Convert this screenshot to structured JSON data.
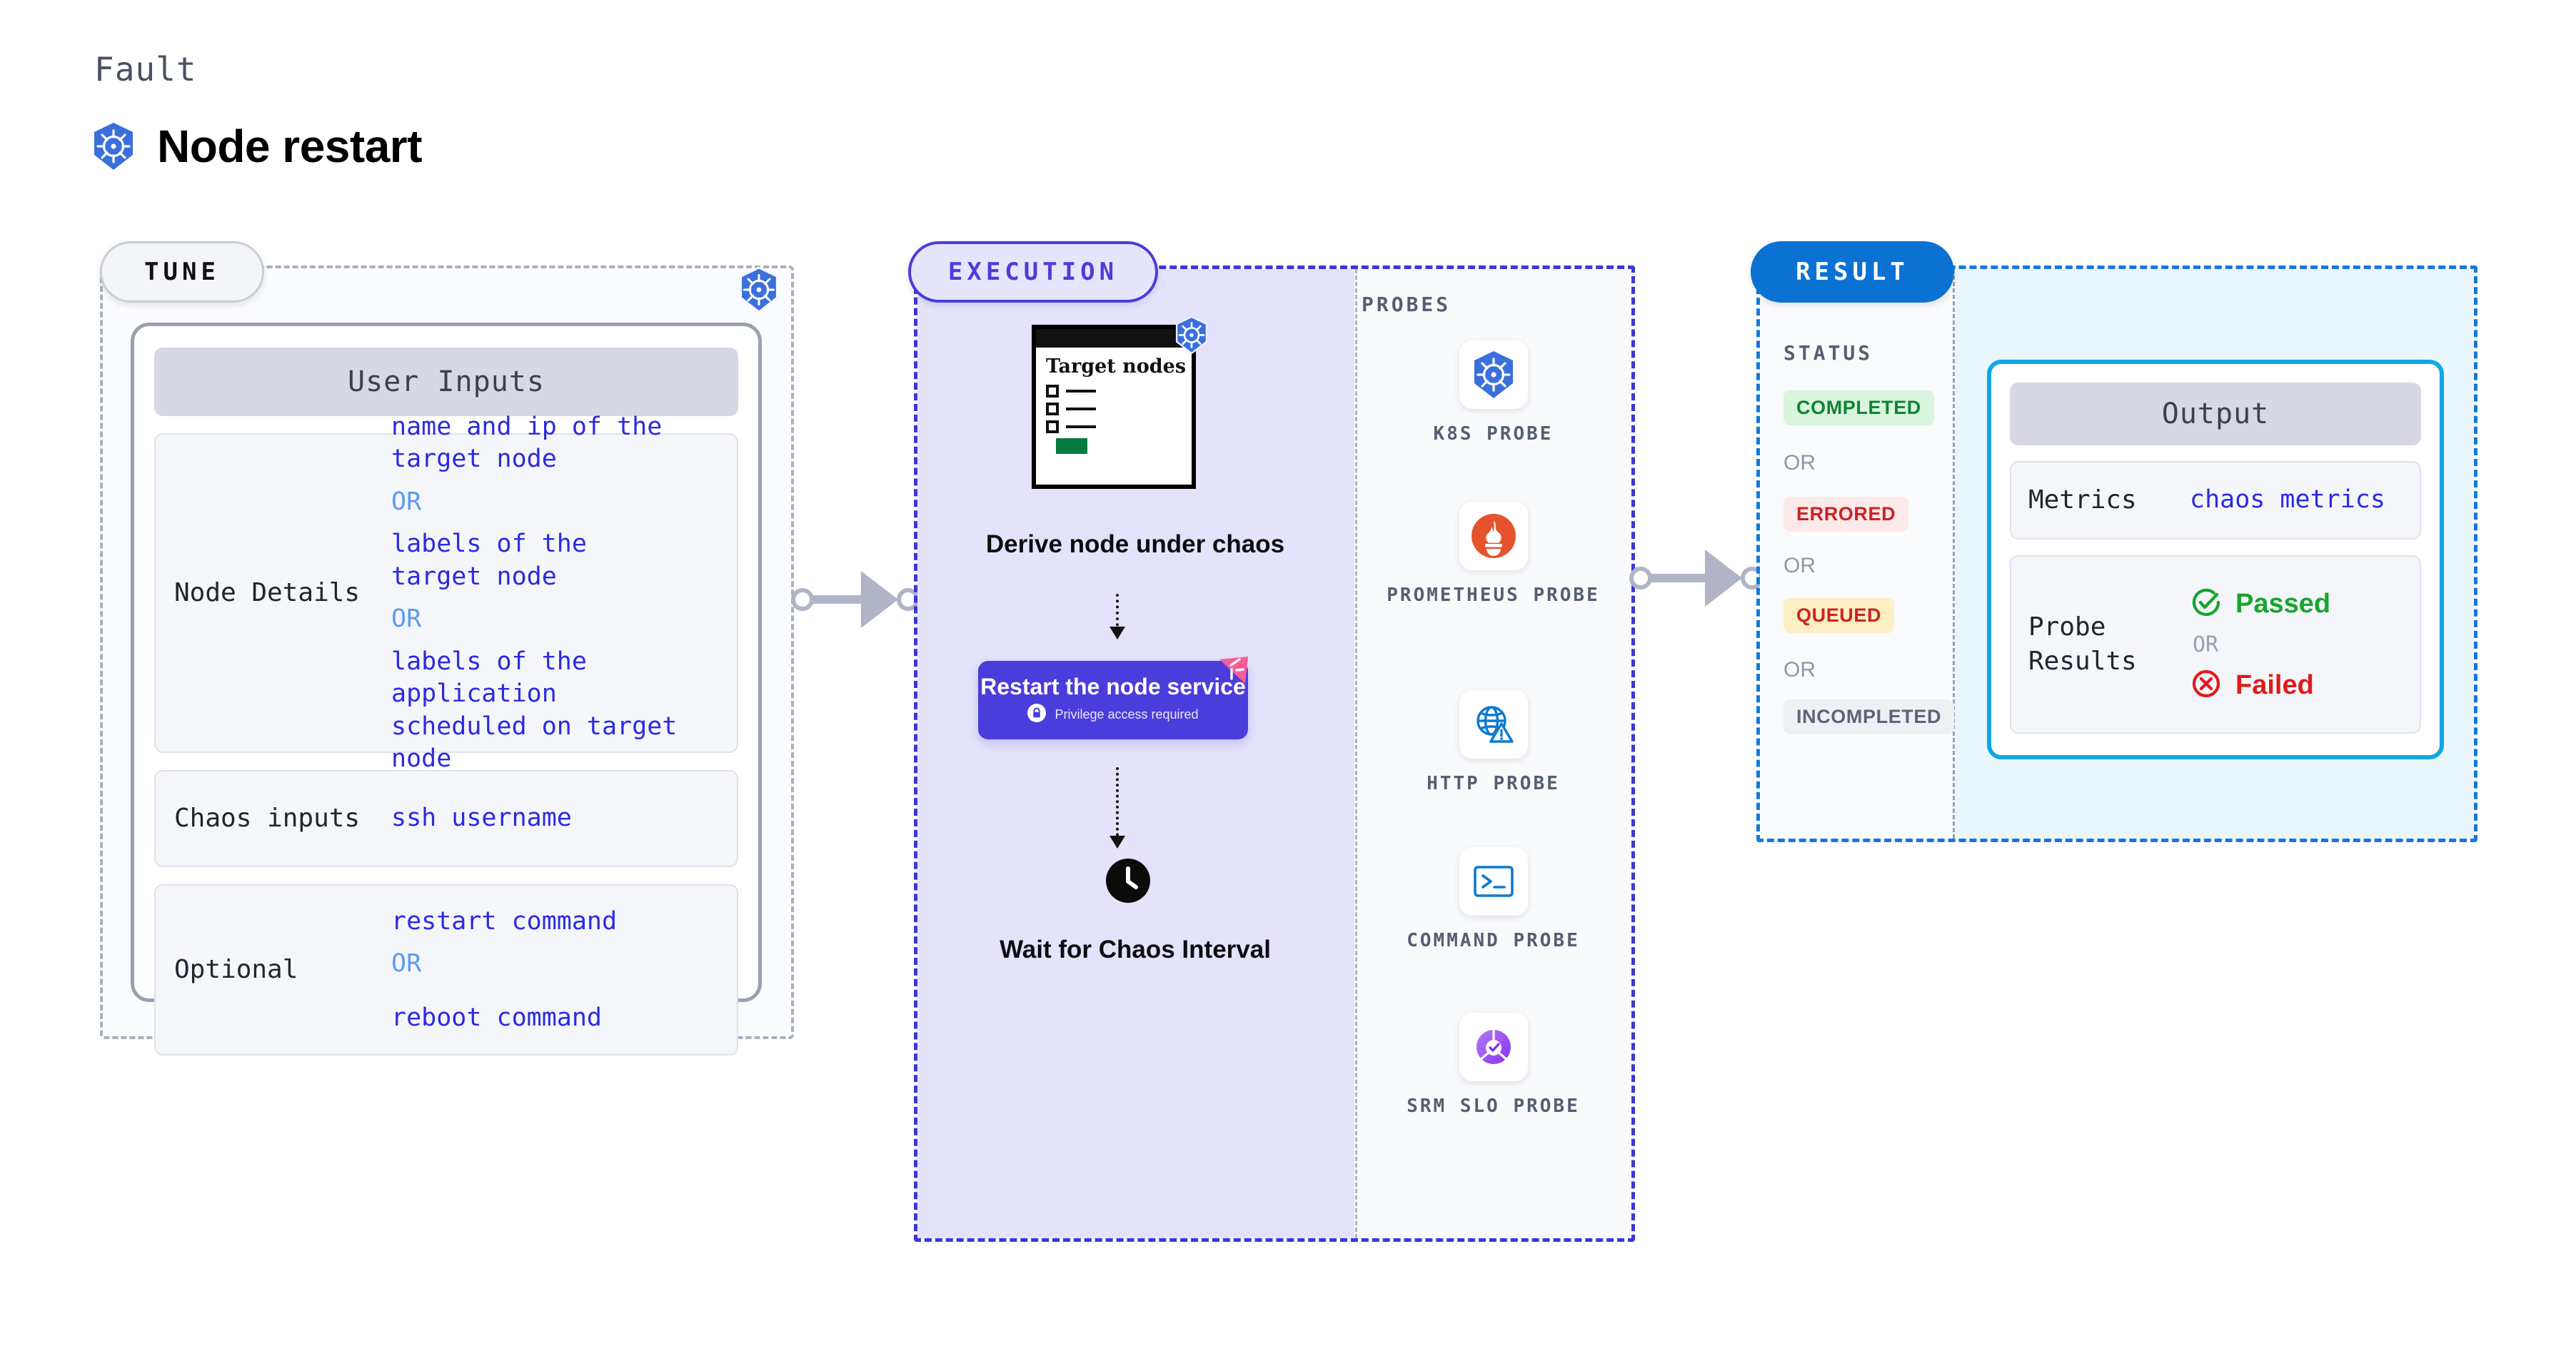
{
  "header": {
    "fault_label": "Fault",
    "fault_title": "Node restart",
    "icon": "kubernetes-icon"
  },
  "tune": {
    "pill_label": "TUNE",
    "badge_icon": "kubernetes-icon",
    "card_title": "User Inputs",
    "rows": [
      {
        "key": "Node Details",
        "values": [
          "name and ip of the\ntarget node",
          "labels of the\ntarget node",
          "labels of the application\n scheduled on target node"
        ],
        "separator": "OR"
      },
      {
        "key": "Chaos inputs",
        "values": [
          "ssh username"
        ],
        "separator": "OR"
      },
      {
        "key": "Optional",
        "values": [
          "restart command",
          "reboot command"
        ],
        "separator": "OR"
      }
    ]
  },
  "execution": {
    "pill_label": "EXECUTION",
    "target_card": {
      "title": "Target nodes",
      "badge_icon": "kubernetes-icon",
      "checkbox_rows": 3
    },
    "steps": [
      {
        "caption": "Derive node under chaos"
      },
      {
        "title": "Restart the node service",
        "subtitle": "Privilege access required",
        "subtitle_icon": "lock-icon",
        "corner_icon": "flag-ribbon-icon"
      },
      {
        "caption": "Wait for Chaos Interval",
        "icon": "clock-icon"
      }
    ],
    "probes_label": "PROBES",
    "probes": [
      {
        "label": "K8S PROBE",
        "icon": "kubernetes-icon"
      },
      {
        "label": "PROMETHEUS PROBE",
        "icon": "prometheus-icon"
      },
      {
        "label": "HTTP PROBE",
        "icon": "globe-warning-icon"
      },
      {
        "label": "COMMAND PROBE",
        "icon": "terminal-icon"
      },
      {
        "label": "SRM SLO PROBE",
        "icon": "srm-slo-icon"
      }
    ]
  },
  "result": {
    "pill_label": "RESULT",
    "status_label": "STATUS",
    "separator": "OR",
    "statuses": [
      {
        "label": "COMPLETED",
        "bg": "#d8f5dd",
        "fg": "#128235"
      },
      {
        "label": "ERRORED",
        "bg": "#fce9e9",
        "fg": "#cf2222"
      },
      {
        "label": "QUEUED",
        "bg": "#fdefc4",
        "fg": "#cf2222"
      },
      {
        "label": "INCOMPLETED",
        "bg": "#eef0f4",
        "fg": "#5d6478"
      }
    ],
    "output": {
      "card_title": "Output",
      "metrics_key": "Metrics",
      "metrics_value": "chaos metrics",
      "probe_results_key": "Probe Results",
      "passed_label": "Passed",
      "failed_label": "Failed",
      "separator": "OR",
      "passed_icon": "check-circle-icon",
      "failed_icon": "x-circle-icon"
    }
  },
  "colors": {
    "kubernetes_blue": "#3b6fdc",
    "execution_purple": "#4b3ddb",
    "result_blue": "#0b72d4",
    "output_border": "#13a6e2",
    "value_blue": "#2b2be0",
    "or_blue": "#5b9bf0",
    "connector_gray": "#b0b4c6",
    "flag_pink": "#fa5c96"
  }
}
